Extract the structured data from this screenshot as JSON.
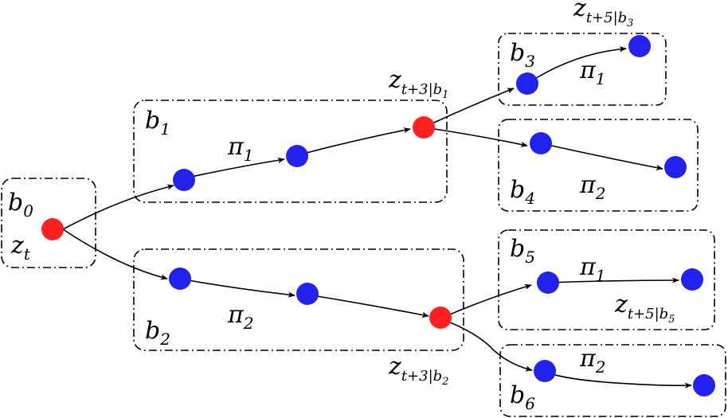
{
  "colors": {
    "decision_node": "#ff2020",
    "state_node": "#2222ee",
    "stroke": "#000000"
  },
  "boxes": [
    {
      "id": "b0",
      "label": "b",
      "sub": "0"
    },
    {
      "id": "b1",
      "label": "b",
      "sub": "1"
    },
    {
      "id": "b2",
      "label": "b",
      "sub": "2"
    },
    {
      "id": "b3",
      "label": "b",
      "sub": "3"
    },
    {
      "id": "b4",
      "label": "b",
      "sub": "4"
    },
    {
      "id": "b5",
      "label": "b",
      "sub": "5"
    },
    {
      "id": "b6",
      "label": "b",
      "sub": "6"
    }
  ],
  "policies": [
    {
      "id": "p_b1",
      "label": "π",
      "sub": "1"
    },
    {
      "id": "p_b2",
      "label": "π",
      "sub": "2"
    },
    {
      "id": "p_b3",
      "label": "π",
      "sub": "1"
    },
    {
      "id": "p_b4",
      "label": "π",
      "sub": "2"
    },
    {
      "id": "p_b5",
      "label": "π",
      "sub": "1"
    },
    {
      "id": "p_b6",
      "label": "π",
      "sub": "2"
    }
  ],
  "state_labels": [
    {
      "id": "zt",
      "label": "z",
      "sub": "t"
    },
    {
      "id": "z_t3_b1",
      "label": "z",
      "sub": "t+3|b",
      "subsub": "1"
    },
    {
      "id": "z_t3_b2",
      "label": "z",
      "sub": "t+3|b",
      "subsub": "2"
    },
    {
      "id": "z_t5_b3",
      "label": "z",
      "sub": "t+5|b",
      "subsub": "3"
    },
    {
      "id": "z_t5_b5",
      "label": "z",
      "sub": "t+5|b",
      "subsub": "5"
    }
  ]
}
